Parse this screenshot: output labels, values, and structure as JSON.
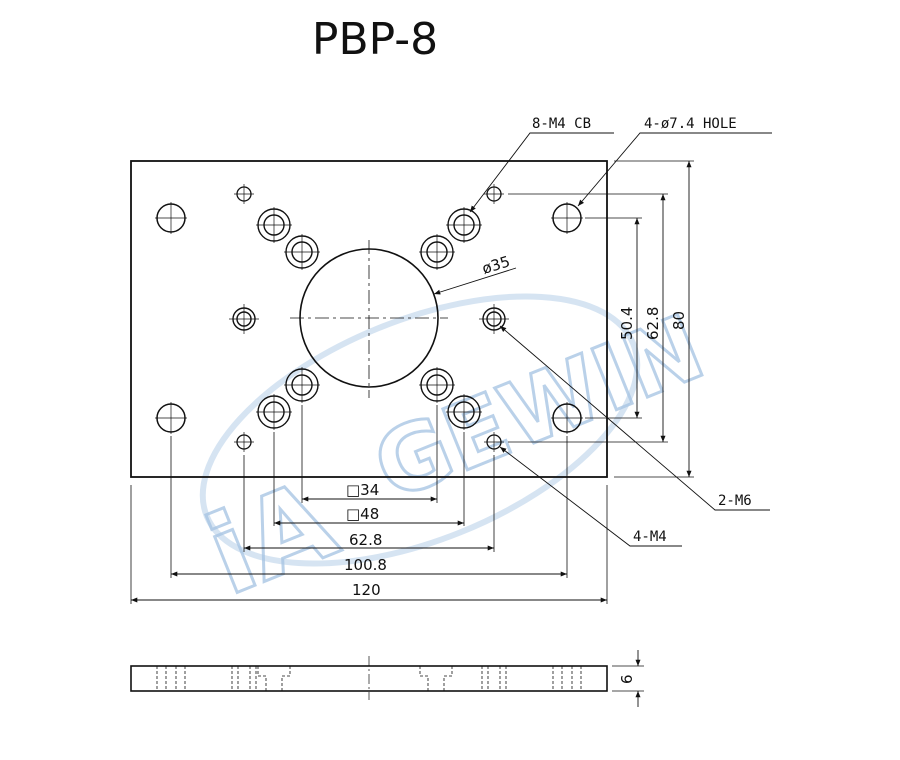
{
  "title": "PBP-8",
  "watermark": {
    "text": "iA",
    "text2": "GEWIN",
    "color": "#a9c6e4"
  },
  "callouts": {
    "cb": "8-M4 CB",
    "hole": "4-ø7.4 HOLE",
    "m6": "2-M6",
    "m4": "4-M4",
    "bore": "ø35"
  },
  "dimensions": {
    "sq34": "□34",
    "sq48": "□48",
    "d628h": "62.8",
    "d1008": "100.8",
    "d120": "120",
    "d504": "50.4",
    "d628v": "62.8",
    "d80": "80",
    "thickness": "6"
  },
  "colors": {
    "line": "#111111",
    "watermark": "#a9c6e4"
  }
}
